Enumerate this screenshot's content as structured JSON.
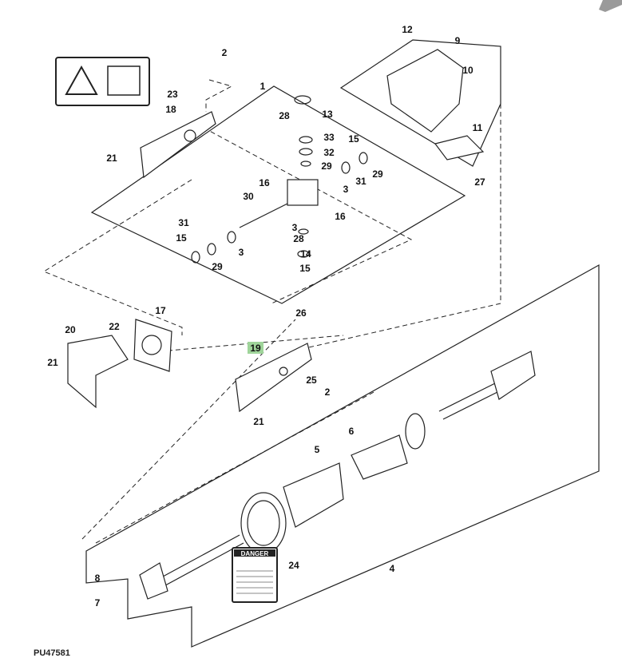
{
  "diagram": {
    "callouts": [
      "2",
      "23",
      "18",
      "21",
      "1",
      "12",
      "9",
      "10",
      "28",
      "13",
      "33",
      "32",
      "29",
      "15",
      "29",
      "31",
      "11",
      "27",
      "16",
      "3",
      "30",
      "16",
      "3",
      "28",
      "14",
      "15",
      "31",
      "15",
      "3",
      "29",
      "17",
      "20",
      "22",
      "21",
      "26",
      "19",
      "25",
      "2",
      "21",
      "6",
      "5",
      "24",
      "4",
      "8",
      "7"
    ],
    "highlighted_callout": "19",
    "highlight_color": "#9fd49a",
    "reference_id": "PU47581",
    "danger_label": {
      "heading": "DANGER"
    },
    "corner_arrow_color": "#9a9a9a"
  }
}
